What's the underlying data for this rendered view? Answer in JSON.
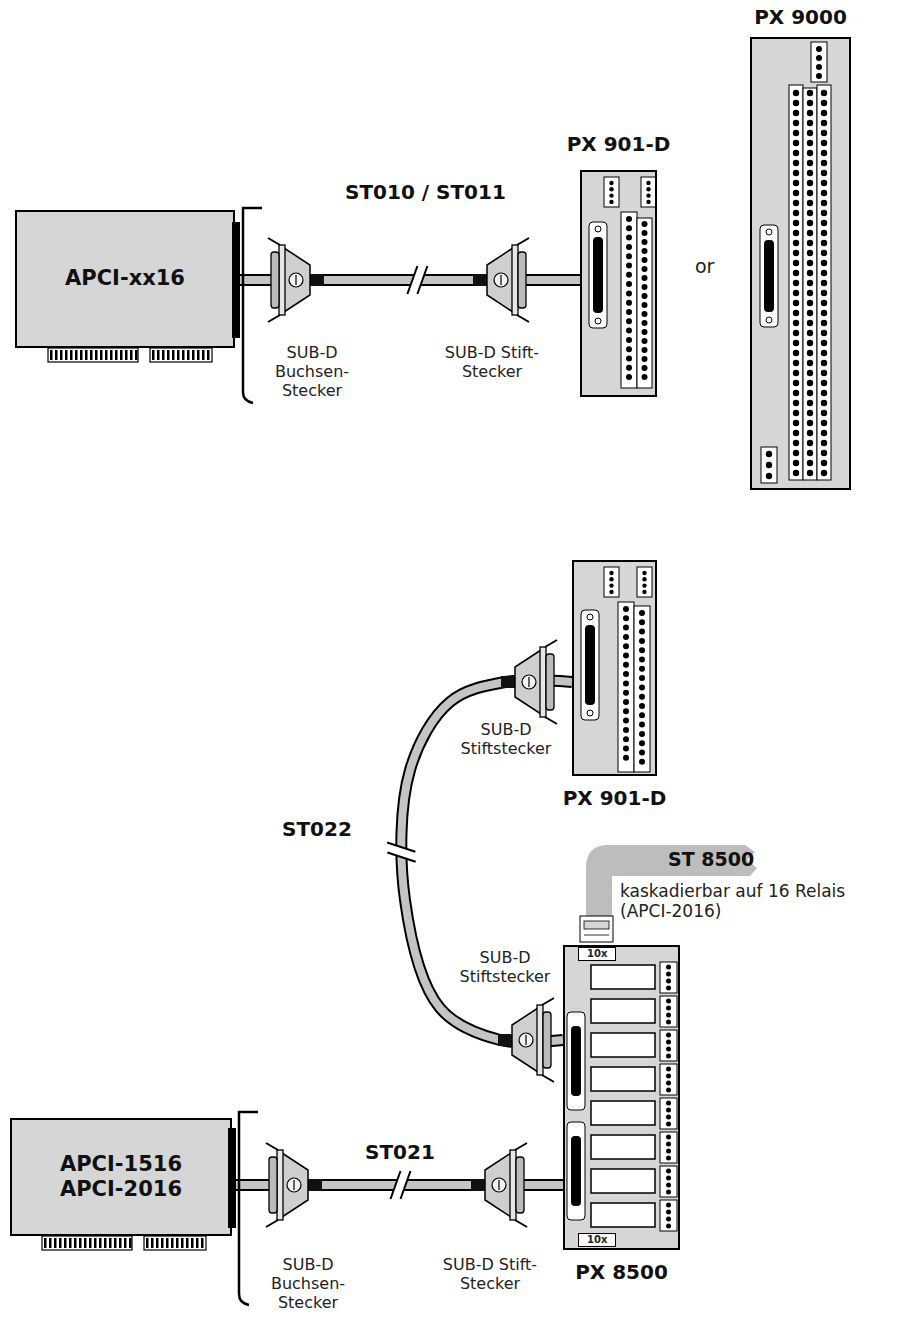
{
  "diagram": {
    "nodes": [
      {
        "text": [
          "APCI-xx16"
        ]
      },
      {
        "text": [
          "PX 901-D"
        ]
      },
      {
        "text": [
          "PX 9000"
        ]
      },
      {
        "text": [
          "PX 901-D"
        ]
      },
      {
        "text": [
          "PX 8500"
        ]
      },
      {
        "text": [
          "APCI-1516",
          "APCI-2016"
        ]
      }
    ],
    "edges": [
      {
        "from": 0,
        "to": 1,
        "arrow": "none",
        "label": "ST010 / ST011"
      },
      {
        "from": 4,
        "to": 3,
        "arrow": "none",
        "label": "ST022"
      },
      {
        "from": 5,
        "to": 4,
        "arrow": "none",
        "label": "ST021"
      }
    ],
    "labels": [
      "SUB-D Buchsen- Stecker",
      "SUB-D Stift- Stecker",
      "or",
      "SUB-D Stiftstecker",
      "ST 8500",
      "kaskadierbar auf 16 Relais (APCI-2016)",
      "10x",
      "SUB-D Stiftstecker",
      "10x",
      "SUB-D Buchsen- Stecker",
      "SUB-D Stift- Stecker"
    ]
  }
}
